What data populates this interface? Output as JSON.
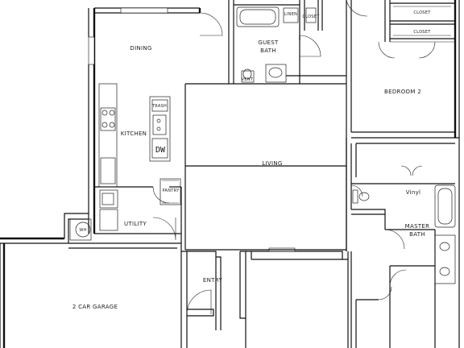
{
  "rooms": {
    "dining": "DINING",
    "kitchen": "KITCHEN",
    "trash": "TRASH",
    "dw": "DW",
    "pantry": "PANTRY",
    "utility": "UTILITY",
    "wh": "WH",
    "guest_bath": "GUEST\nBATH",
    "guest_bath_line1": "GUEST",
    "guest_bath_line2": "BATH",
    "linen": "LINEN",
    "closet": "CLOSET",
    "vent": "VENT",
    "living": "LIVING",
    "bedroom2": "BEDROOM 2",
    "closet_top": "CLOSET",
    "closet_bottom": "CLOSET",
    "vinyl": "Vinyl",
    "master_bath_line1": "MASTER",
    "master_bath_line2": "BATH",
    "entry": "ENTRY",
    "garage": "2 CAR GARAGE"
  }
}
